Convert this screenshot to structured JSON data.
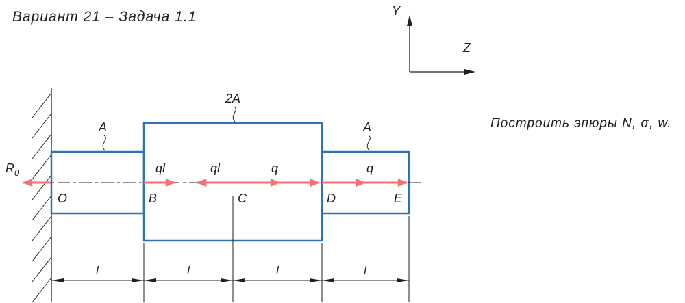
{
  "title": "Вариант 21 –  Задача 1.1",
  "task_text": "Построить эпюры N, σ, w.",
  "axes": {
    "y_label": "Y",
    "z_label": "Z"
  },
  "sections": {
    "left": "A",
    "middle": "2A",
    "right": "A"
  },
  "loads": {
    "ql_left": "ql",
    "ql_right": "ql",
    "q_left": "q",
    "q_right": "q"
  },
  "reaction": {
    "base": "R",
    "sub": "0"
  },
  "points": {
    "o": "O",
    "b": "B",
    "c": "C",
    "d": "D",
    "e": "E"
  },
  "dims": {
    "d1": "l",
    "d2": "l",
    "d3": "l",
    "d4": "l"
  },
  "colors": {
    "bar_outline": "#2e74b5",
    "force_arrow": "#f4716e",
    "drawing": "#1f1f1f"
  }
}
